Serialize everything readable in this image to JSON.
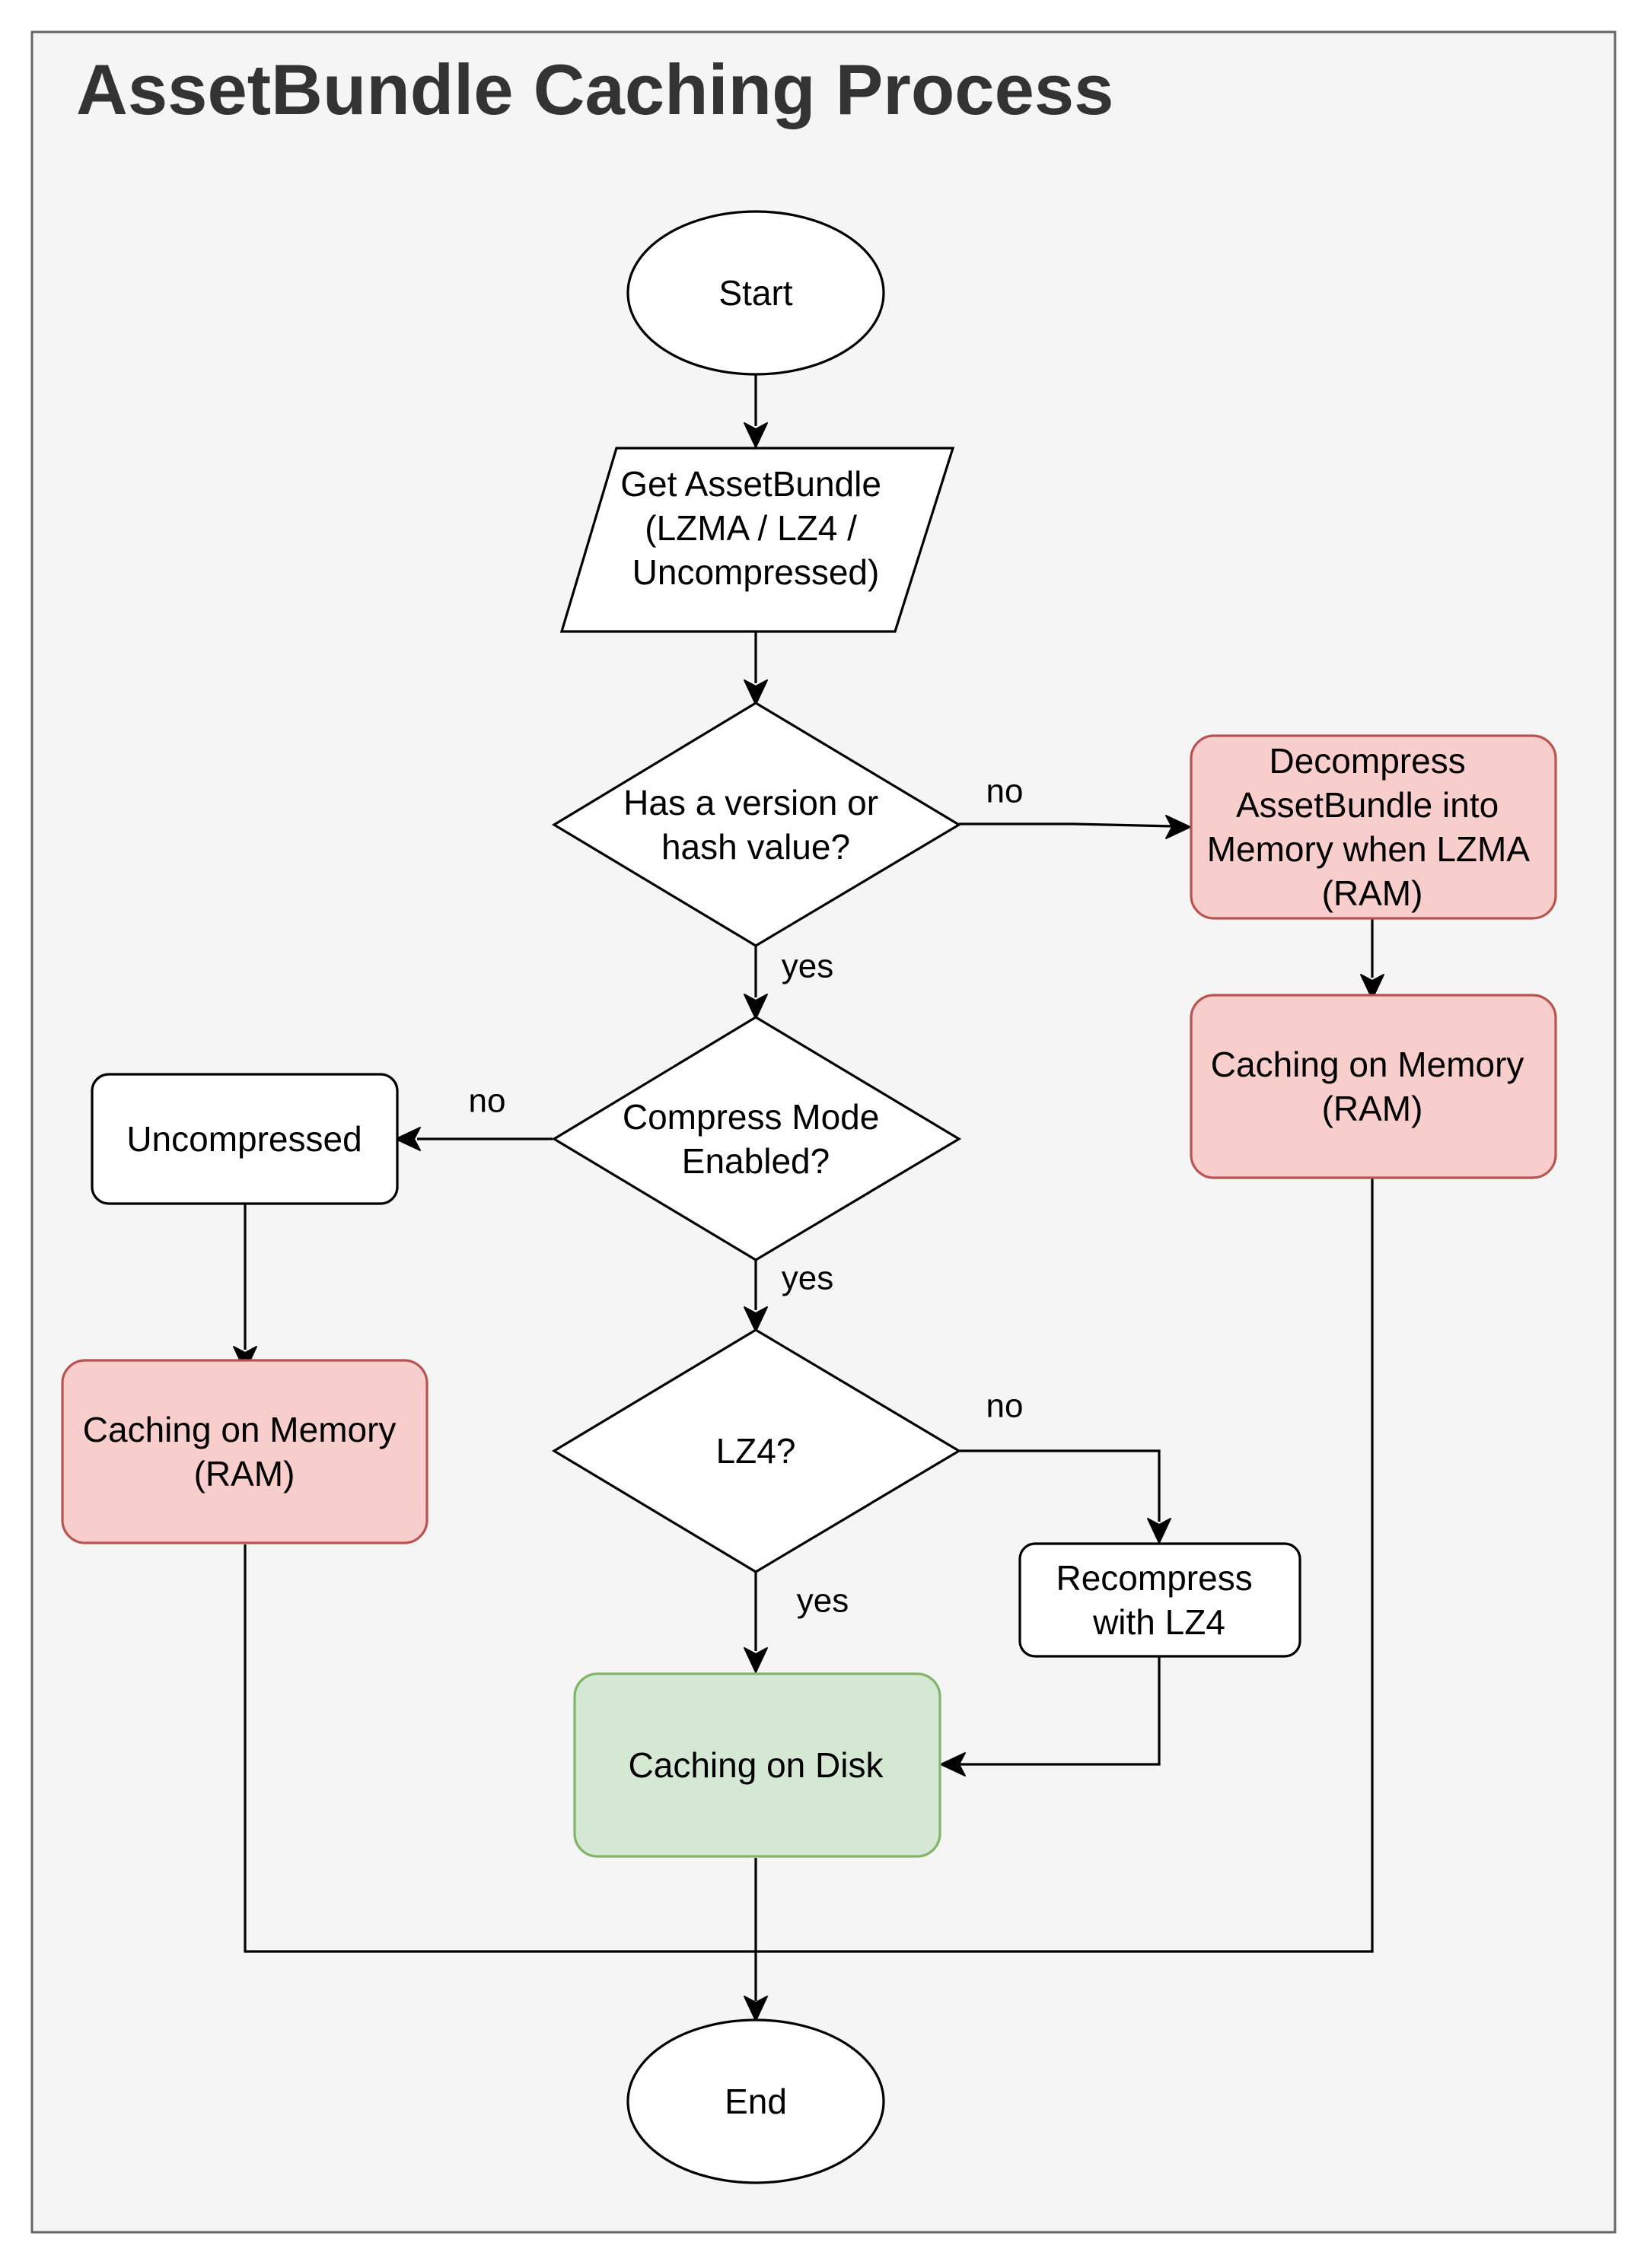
{
  "diagram": {
    "title": "AssetBundle Caching Process",
    "colors": {
      "frame_bg": "#f5f5f5",
      "frame_border": "#666666",
      "node_fill": "#ffffff",
      "node_stroke": "#000000",
      "memory_fill": "#f8cecc",
      "memory_stroke": "#b85450",
      "disk_fill": "#d5e8d4",
      "disk_stroke": "#82b366",
      "title_text": "#333333",
      "text": "#000000"
    },
    "nodes": {
      "start": {
        "label": "Start",
        "shape": "ellipse"
      },
      "get_bundle": {
        "label_lines": [
          "Get AssetBundle",
          "(LZMA / LZ4 /",
          "Uncompressed)"
        ],
        "shape": "parallelogram"
      },
      "has_version": {
        "label_lines": [
          "Has a version or",
          "hash value?"
        ],
        "shape": "diamond"
      },
      "decompress": {
        "label_lines": [
          "Decompress",
          "AssetBundle into",
          "Memory when LZMA",
          "(RAM)"
        ],
        "shape": "rounded-rect"
      },
      "cache_mem_right": {
        "label_lines": [
          "Caching on Memory",
          "(RAM)"
        ],
        "shape": "rounded-rect"
      },
      "compress_mode": {
        "label_lines": [
          "Compress Mode",
          "Enabled?"
        ],
        "shape": "diamond"
      },
      "uncompressed": {
        "label": "Uncompressed",
        "shape": "rounded-rect"
      },
      "cache_mem_left": {
        "label_lines": [
          "Caching on Memory",
          "(RAM)"
        ],
        "shape": "rounded-rect"
      },
      "lz4": {
        "label": "LZ4?",
        "shape": "diamond"
      },
      "recompress": {
        "label_lines": [
          "Recompress",
          "with LZ4"
        ],
        "shape": "rounded-rect"
      },
      "cache_disk": {
        "label": "Caching on Disk",
        "shape": "rounded-rect"
      },
      "end": {
        "label": "End",
        "shape": "ellipse"
      }
    },
    "edge_labels": {
      "version_no": "no",
      "version_yes": "yes",
      "compress_no": "no",
      "compress_yes": "yes",
      "lz4_no": "no",
      "lz4_yes": "yes"
    }
  }
}
